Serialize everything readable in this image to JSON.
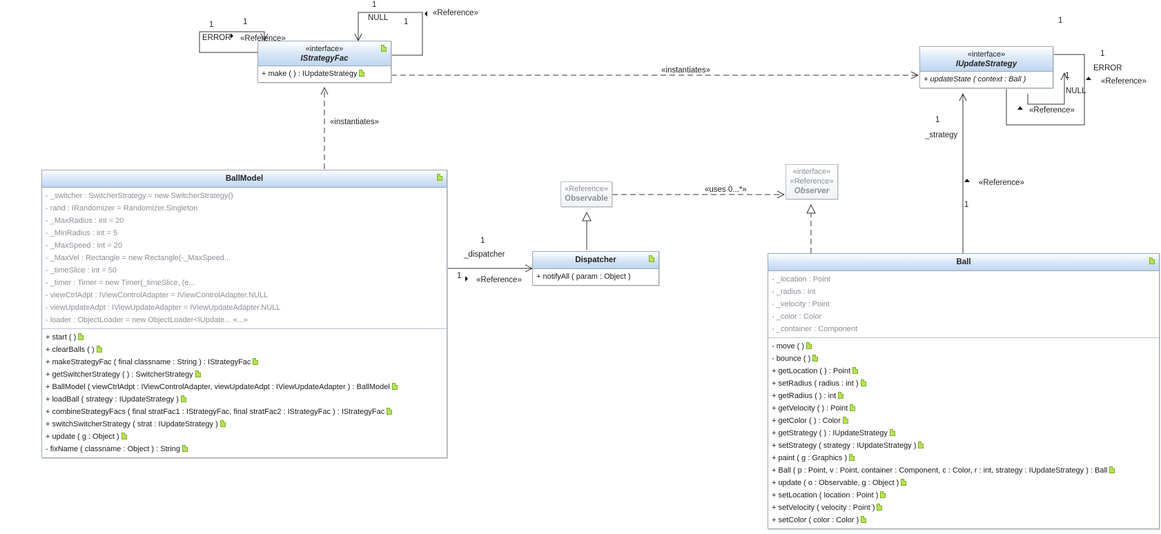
{
  "classes": {
    "istrategyfac": {
      "stereotype": "«interface»",
      "name": "IStrategyFac",
      "operations": [
        {
          "text": "+ make ( ) :  IUpdateStrategy"
        }
      ]
    },
    "iupdatestrategy": {
      "stereotype": "«interface»",
      "name": "IUpdateStrategy",
      "operations": [
        {
          "text": "+ updateState ( context : Ball )"
        }
      ]
    },
    "ballmodel": {
      "name": "BallModel",
      "attributes": [
        {
          "text": "- _switcher : SwitcherStrategy = new SwitcherStrategy()"
        },
        {
          "text": "- rand : IRandomizer = Randomizer.Singleton"
        },
        {
          "text": "- _MaxRadius : int = 20"
        },
        {
          "text": "- _MinRadius : int = 5"
        },
        {
          "text": "- _MaxSpeed : int = 20"
        },
        {
          "text": "- _MaxVel : Rectangle = new Rectangle(-_MaxSpeed..."
        },
        {
          "text": "- _timeSlice : int = 50"
        },
        {
          "text": "- _timer : Timer = new Timer(_timeSlice, (e..."
        },
        {
          "text": "- viewCtrlAdpt : IViewControlAdapter = IViewControlAdapter.NULL"
        },
        {
          "text": "- viewUpdateAdpt : IViewUpdateAdapter = IViewUpdateAdapter.NULL"
        },
        {
          "text": "- loader : ObjectLoader = new ObjectLoader<IUpdate...  «...»"
        }
      ],
      "operations": [
        {
          "text": "+ start ( )"
        },
        {
          "text": "+ clearBalls ( )"
        },
        {
          "text": "+ makeStrategyFac ( final classname : String ) :  IStrategyFac"
        },
        {
          "text": "+ getSwitcherStrategy ( ) :  SwitcherStrategy"
        },
        {
          "text": "+ BallModel ( viewCtrlAdpt : IViewControlAdapter, viewUpdateAdpt : IViewUpdateAdapter ) :  BallModel"
        },
        {
          "text": "+ loadBall ( strategy : IUpdateStrategy )"
        },
        {
          "text": "+ combineStrategyFacs ( final stratFac1 : IStrategyFac, final stratFac2 : IStrategyFac ) :  IStrategyFac"
        },
        {
          "text": "+ switchSwitcherStrategy ( strat : IUpdateStrategy )"
        },
        {
          "text": "+ update ( g : Object )"
        },
        {
          "text": "- fixName ( classname : Object ) :  String"
        }
      ]
    },
    "observable": {
      "stereotype": "«Reference»",
      "name": "Observable"
    },
    "observer": {
      "stereotype": "«interface»",
      "stereotype2": "«Reference»",
      "name": "Observer"
    },
    "dispatcher": {
      "name": "Dispatcher",
      "operations": [
        {
          "text": "+ notifyAll ( param : Object )"
        }
      ]
    },
    "ball": {
      "name": "Ball",
      "attributes": [
        {
          "text": "- _location : Point"
        },
        {
          "text": "- _radius : int"
        },
        {
          "text": "- _velocity : Point"
        },
        {
          "text": "- _color : Color"
        },
        {
          "text": "- _container : Component"
        }
      ],
      "operations": [
        {
          "text": "- move ( )"
        },
        {
          "text": "- bounce ( )"
        },
        {
          "text": "+ getLocation ( ) :  Point"
        },
        {
          "text": "+ setRadius ( radius : int )"
        },
        {
          "text": "+ getRadius ( ) :  int"
        },
        {
          "text": "+ getVelocity ( ) :  Point"
        },
        {
          "text": "+ getColor ( ) :  Color"
        },
        {
          "text": "+ getStrategy ( ) :  IUpdateStrategy"
        },
        {
          "text": "+ setStrategy ( strategy : IUpdateStrategy )"
        },
        {
          "text": "+ paint ( g : Graphics )"
        },
        {
          "text": "+ Ball ( p : Point, v : Point, container : Component, c : Color, r : int, strategy : IUpdateStrategy ) :  Ball"
        },
        {
          "text": "+ update ( o : Observable, g : Object )"
        },
        {
          "text": "+ setLocation ( location : Point )"
        },
        {
          "text": "+ setVelocity ( velocity : Point )"
        },
        {
          "text": "+ setColor ( color : Color )"
        }
      ]
    }
  },
  "labels": {
    "fac_error_one_a": "1",
    "fac_error_one_b": "1",
    "fac_error": "ERROR",
    "fac_error_ref": "«Reference»",
    "fac_null_one_a": "1",
    "fac_null": "NULL",
    "fac_null_one_b": "1",
    "fac_null_ref": "«Reference»",
    "instantiates_top": "«instantiates»",
    "instantiates_left": "«instantiates»",
    "upd_one_top": "1",
    "upd_error_one": "1",
    "upd_error": "ERROR",
    "upd_error_ref": "«Reference»",
    "upd_null_one": "1",
    "upd_null": "NULL",
    "upd_null_ref": "«Reference»",
    "strategy_one": "1",
    "strategy_role": "_strategy",
    "strategy_ref": "«Reference»",
    "strategy_one_bottom": "1",
    "uses": "«uses 0...*»",
    "dispatcher_one_top": "1",
    "dispatcher_role": "_dispatcher",
    "dispatcher_one_bottom": "1",
    "dispatcher_ref": "«Reference»"
  },
  "colors": {
    "header_gradient_top": "#ffffff",
    "header_gradient_bottom": "#bfd6f2",
    "border": "#9aa7b4",
    "attribute_text": "#8a8f96",
    "operation_text": "#1a1a1a",
    "status_icon": "#b6e35b"
  },
  "icons": {
    "status": "document-ok-icon",
    "navigation_arrow": "triangle-arrow-icon"
  }
}
